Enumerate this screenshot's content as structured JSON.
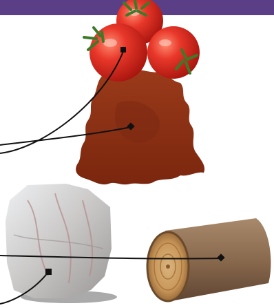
{
  "header": {
    "title": ""
  },
  "images": [
    {
      "id": "tomatoes",
      "label": ""
    },
    {
      "id": "leather-hide",
      "label": ""
    },
    {
      "id": "marble-rock",
      "label": ""
    },
    {
      "id": "wood-log",
      "label": ""
    }
  ],
  "colors": {
    "banner": "#5b3f86",
    "tomato": "#e03327",
    "leather": "#8a2f14",
    "wood": "#c9a26a",
    "marble": "#d6d3d1",
    "connector": "#111111"
  }
}
